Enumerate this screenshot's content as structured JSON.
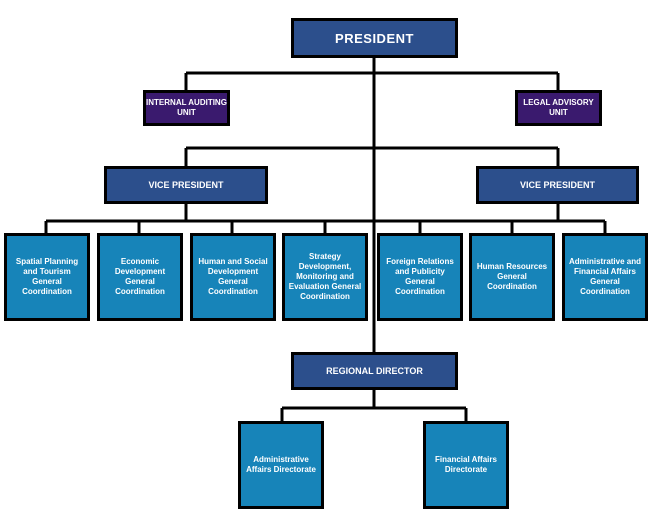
{
  "president": "PRESIDENT",
  "units": {
    "internal_auditing": "INTERNAL AUDITING UNIT",
    "legal_advisory": "LEGAL ADVISORY UNIT"
  },
  "vice_presidents": {
    "left": "VICE PRESIDENT",
    "right": "VICE PRESIDENT"
  },
  "coordinations": [
    "Spatial Planning and Tourism General Coordination",
    "Economic Development General Coordination",
    "Human and Social Development General Coordination",
    "Strategy Development, Monitoring and Evaluation General Coordination",
    "Foreign Relations and Publicity General Coordination",
    "Human Resources General Coordination",
    "Administrative and Financial Affairs General Coordination"
  ],
  "regional_director": "REGIONAL DIRECTOR",
  "directorates": [
    "Administrative Affairs Directorate",
    "Financial Affairs Directorate"
  ],
  "colors": {
    "dark_blue": "#2c4f8c",
    "purple": "#3a1a6e",
    "light_blue": "#1784b9"
  }
}
